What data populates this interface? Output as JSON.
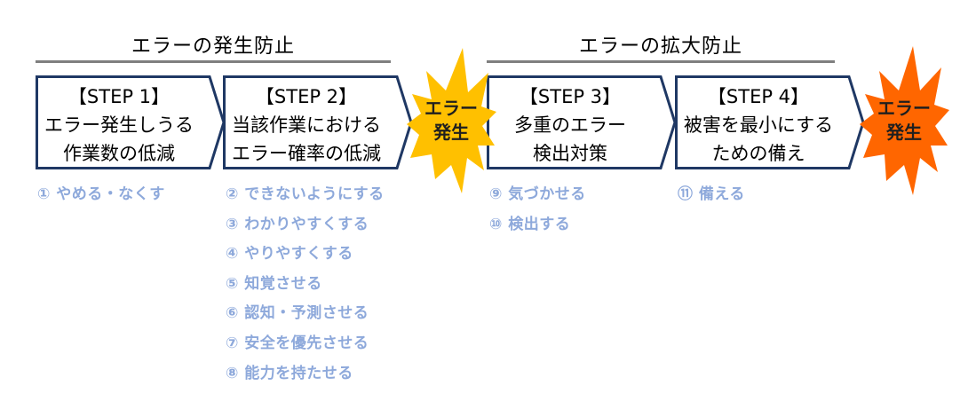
{
  "sections": [
    {
      "title": "エラーの発生防止"
    },
    {
      "title": "エラーの拡大防止"
    }
  ],
  "steps": [
    {
      "lines": [
        "【STEP 1】",
        "エラー発生しうる",
        "作業数の低減"
      ]
    },
    {
      "lines": [
        "【STEP 2】",
        "当該作業における",
        "エラー確率の低減"
      ]
    },
    {
      "lines": [
        "【STEP 3】",
        "多重のエラー",
        "検出対策"
      ]
    },
    {
      "lines": [
        "【STEP 4】",
        "被害を最小にする",
        "ための備え"
      ]
    }
  ],
  "bursts": [
    {
      "lines": [
        "エラー",
        "発生"
      ],
      "color": "#ffc000"
    },
    {
      "lines": [
        "エラー",
        "発生"
      ],
      "color": "#ff6600"
    }
  ],
  "lists": [
    {
      "items": [
        "① やめる・なくす"
      ]
    },
    {
      "items": [
        "② できないようにする",
        "③ わかりやすくする",
        "④ やりやすくする",
        "⑤ 知覚させる",
        "⑥ 認知・予測させる",
        "⑦ 安全を優先させる",
        "⑧ 能力を持たせる"
      ]
    },
    {
      "items": [
        "⑨ 気づかせる",
        "⑩ 検出する"
      ]
    },
    {
      "items": [
        "⑪ 備える"
      ]
    }
  ],
  "colors": {
    "box_border": "#1f3864",
    "list_text": "#8ea9db",
    "rule": "#7f7f7f"
  }
}
